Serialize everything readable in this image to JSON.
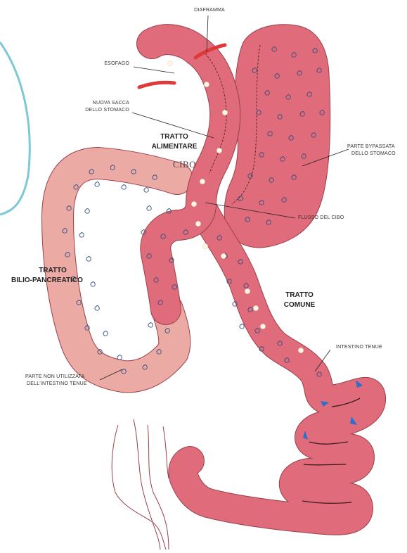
{
  "labels": {
    "diaframma": "DIAFRAMMA",
    "esofago": "ESOFAGO",
    "nuova_sacca_1": "NUOVA SACCA",
    "nuova_sacca_2": "DELLO STOMACO",
    "tratto_alimentare_1": "TRATTO",
    "tratto_alimentare_2": "ALIMENTARE",
    "cibo": "CIBO",
    "parte_bypassata_1": "PARTE BYPASSATA",
    "parte_bypassata_2": "DELLO STOMACO",
    "flusso_cibo": "FLUSSO DEL CIBO",
    "tratto_bilio_1": "TRATTO",
    "tratto_bilio_2": "BILIO-PANCREATICO",
    "tratto_comune_1": "TRATTO",
    "tratto_comune_2": "COMUNE",
    "intestino_tenue": "INTESTINO TENUE",
    "parte_non_1": "PARTE NON UTILIZZATA",
    "parte_non_2": "DELL'INTESTINO TENUE"
  },
  "colors": {
    "tube_dark": "#e06b7a",
    "tube_light": "#ecaaa5",
    "outline": "#9a3f4a",
    "diaphragm": "#e0393b",
    "arrow": "#2a6fd0",
    "arc": "#7ec8d6",
    "cibo_dot": "#fff6e6"
  },
  "icons": [
    "digestive-droplet-icon",
    "food-particle-icon",
    "flow-arrow-icon"
  ]
}
